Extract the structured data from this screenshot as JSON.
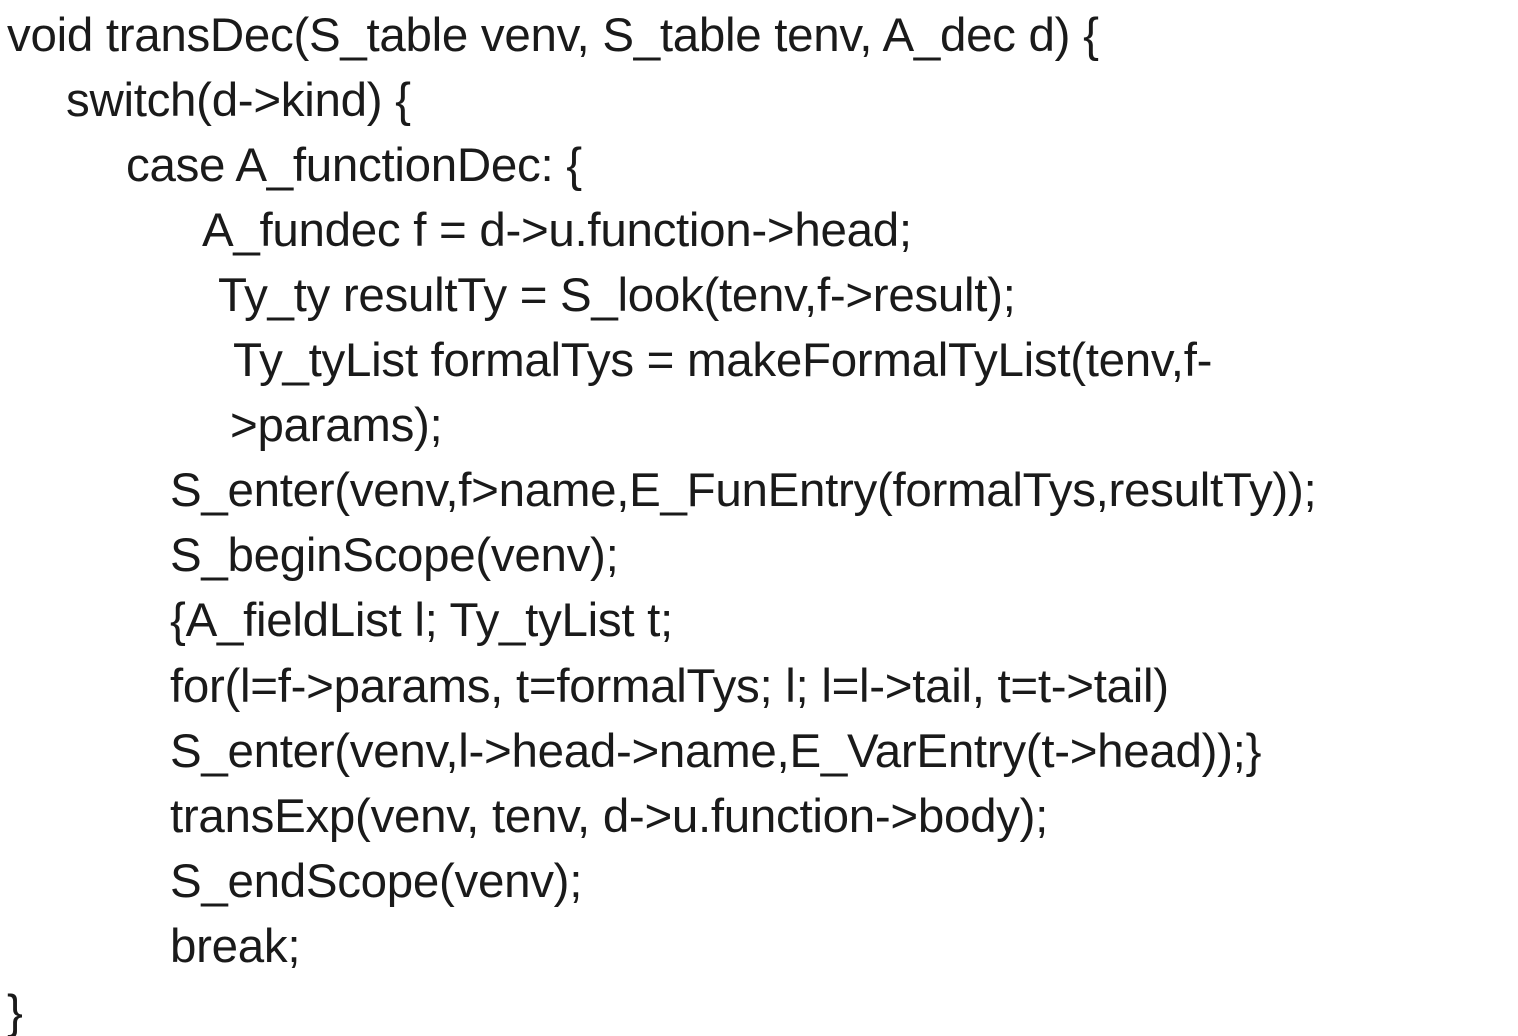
{
  "code": {
    "lines": [
      "void transDec(S_table venv, S_table tenv, A_dec d) {",
      "switch(d->kind) {",
      "case A_functionDec: {",
      "A_fundec f = d->u.function->head;",
      "Ty_ty resultTy = S_look(tenv,f->result);",
      "Ty_tyList formalTys = makeFormalTyList(tenv,f-",
      ">params);",
      "S_enter(venv,f>name,E_FunEntry(formalTys,resultTy));",
      "S_beginScope(venv);",
      "{A_fieldList l; Ty_tyList t;",
      "for(l=f->params, t=formalTys; l; l=l->tail, t=t->tail)",
      "S_enter(venv,l->head->name,E_VarEntry(t->head));}",
      "transExp(venv, tenv, d->u.function->body);",
      "S_endScope(venv);",
      "break;",
      "}"
    ]
  }
}
